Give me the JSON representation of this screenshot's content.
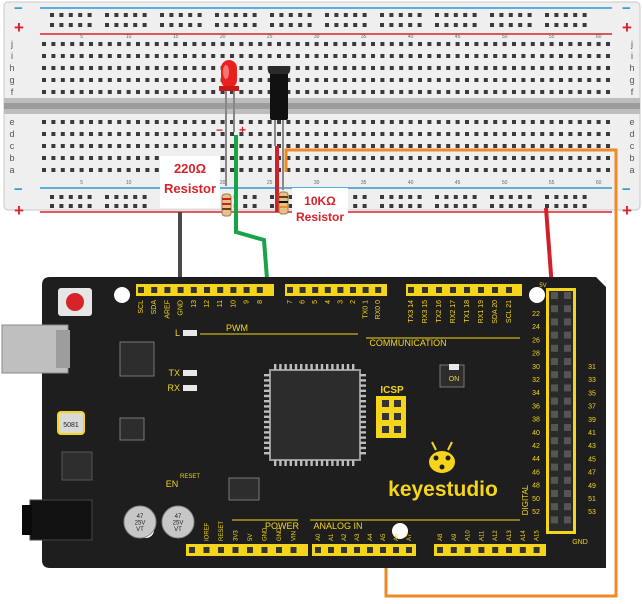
{
  "breadboard": {
    "row_letters_top": [
      "j",
      "i",
      "h",
      "g",
      "f"
    ],
    "row_letters_bottom": [
      "e",
      "d",
      "c",
      "b",
      "a"
    ],
    "column_numbers": [
      "5",
      "10",
      "15",
      "20",
      "25",
      "30",
      "35",
      "40",
      "45",
      "50",
      "55",
      "60"
    ],
    "rail_plus": "+",
    "rail_minus": "−"
  },
  "components": {
    "led_minus": "−",
    "led_plus": "+",
    "resistor_220": {
      "value": "220Ω",
      "word": "Resistor"
    },
    "resistor_10k": {
      "value": "10KΩ",
      "word": "Resistor"
    }
  },
  "board": {
    "brand": "keyestudio",
    "digital_top_labels": [
      "SCL",
      "SDA",
      "AREF",
      "GND",
      "13",
      "12",
      "11",
      "10",
      "9",
      "8",
      "7",
      "6",
      "5",
      "4",
      "3",
      "2",
      "TX0 1",
      "RX0 0",
      "TX3 14",
      "RX3 15",
      "TX2 16",
      "RX2 17",
      "TX1 18",
      "RX1 19",
      "SDA 20",
      "SCL 21"
    ],
    "pwm_label": "PWM",
    "communication_label": "COMMUNICATION",
    "led_l": "L",
    "led_tx": "TX",
    "led_rx": "RX",
    "led_on": "ON",
    "icsp_label": "ICSP",
    "en_label": "EN",
    "reset_label": "RESET",
    "power_label": "POWER",
    "power_pins": [
      "IOREF",
      "RESET",
      "3V3",
      "5V",
      "GND",
      "GND",
      "VIN"
    ],
    "analog_label": "ANALOG IN",
    "analog_pins": [
      "A0",
      "A1",
      "A2",
      "A3",
      "A4",
      "A5",
      "A6",
      "A7",
      "A8",
      "A9",
      "A10",
      "A11",
      "A12",
      "A13",
      "A14",
      "A15"
    ],
    "digital_label": "DIGITAL",
    "header_left_numbers": [
      "22",
      "24",
      "26",
      "28",
      "30",
      "32",
      "34",
      "36",
      "38",
      "40",
      "42",
      "44",
      "46",
      "48",
      "50",
      "52"
    ],
    "header_right_numbers": [
      "31",
      "33",
      "35",
      "37",
      "39",
      "41",
      "43",
      "45",
      "47",
      "49",
      "51",
      "53"
    ],
    "header_5v": "5V",
    "header_gnd": "GND",
    "crystal_label": "5081",
    "cap_label": "47\n25V\nVT"
  },
  "colors": {
    "board": "#1e1e1e",
    "header_yellow": "#f4d51c",
    "rail_red": "#d8232a",
    "rail_blue": "#2b9ad4",
    "wire_green": "#19a347",
    "wire_gray": "#4a4a4a",
    "wire_red": "#d0202a",
    "wire_orange": "#f08a24"
  }
}
